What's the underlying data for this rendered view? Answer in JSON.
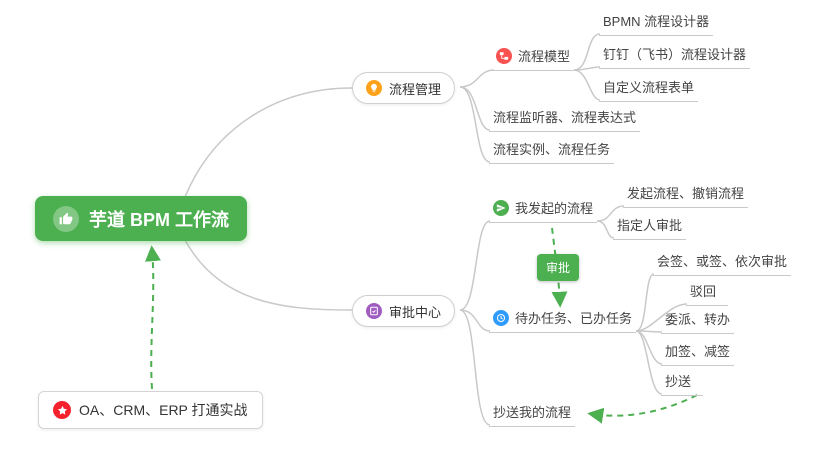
{
  "root": {
    "label": "芋道 BPM 工作流"
  },
  "process_management": {
    "label": "流程管理",
    "process_model": {
      "label": "流程模型",
      "bpmn_designer": "BPMN 流程设计器",
      "dingtalk_designer": "钉钉（飞书）流程设计器",
      "custom_form": "自定义流程表单"
    },
    "listener_expression": "流程监听器、流程表达式",
    "instance_task": "流程实例、流程任务"
  },
  "approval_center": {
    "label": "审批中心",
    "my_initiated": {
      "label": "我发起的流程",
      "initiate_cancel": "发起流程、撤销流程",
      "assignee_approval": "指定人审批"
    },
    "approval_badge": "审批",
    "todo_done": {
      "label": "待办任务、已办任务",
      "countersign": "会签、或签、依次审批",
      "reject": "驳回",
      "delegate_transfer": "委派、转办",
      "add_reduce_sign": "加签、减签",
      "cc": "抄送"
    },
    "cc_my_process": "抄送我的流程"
  },
  "practice": {
    "label": "OA、CRM、ERP 打通实战"
  },
  "colors": {
    "root_bg": "#4caf50",
    "connector": "#c9c9c9",
    "arrow_green": "#4caf50",
    "badge_bg": "#4caf50",
    "icon_orange": "#ffa21a",
    "icon_red": "#fa5151",
    "icon_purple": "#a05cc0",
    "icon_green": "#4caf50",
    "icon_blue": "#2f9bfa",
    "practice_icon_red": "#f5222d"
  }
}
